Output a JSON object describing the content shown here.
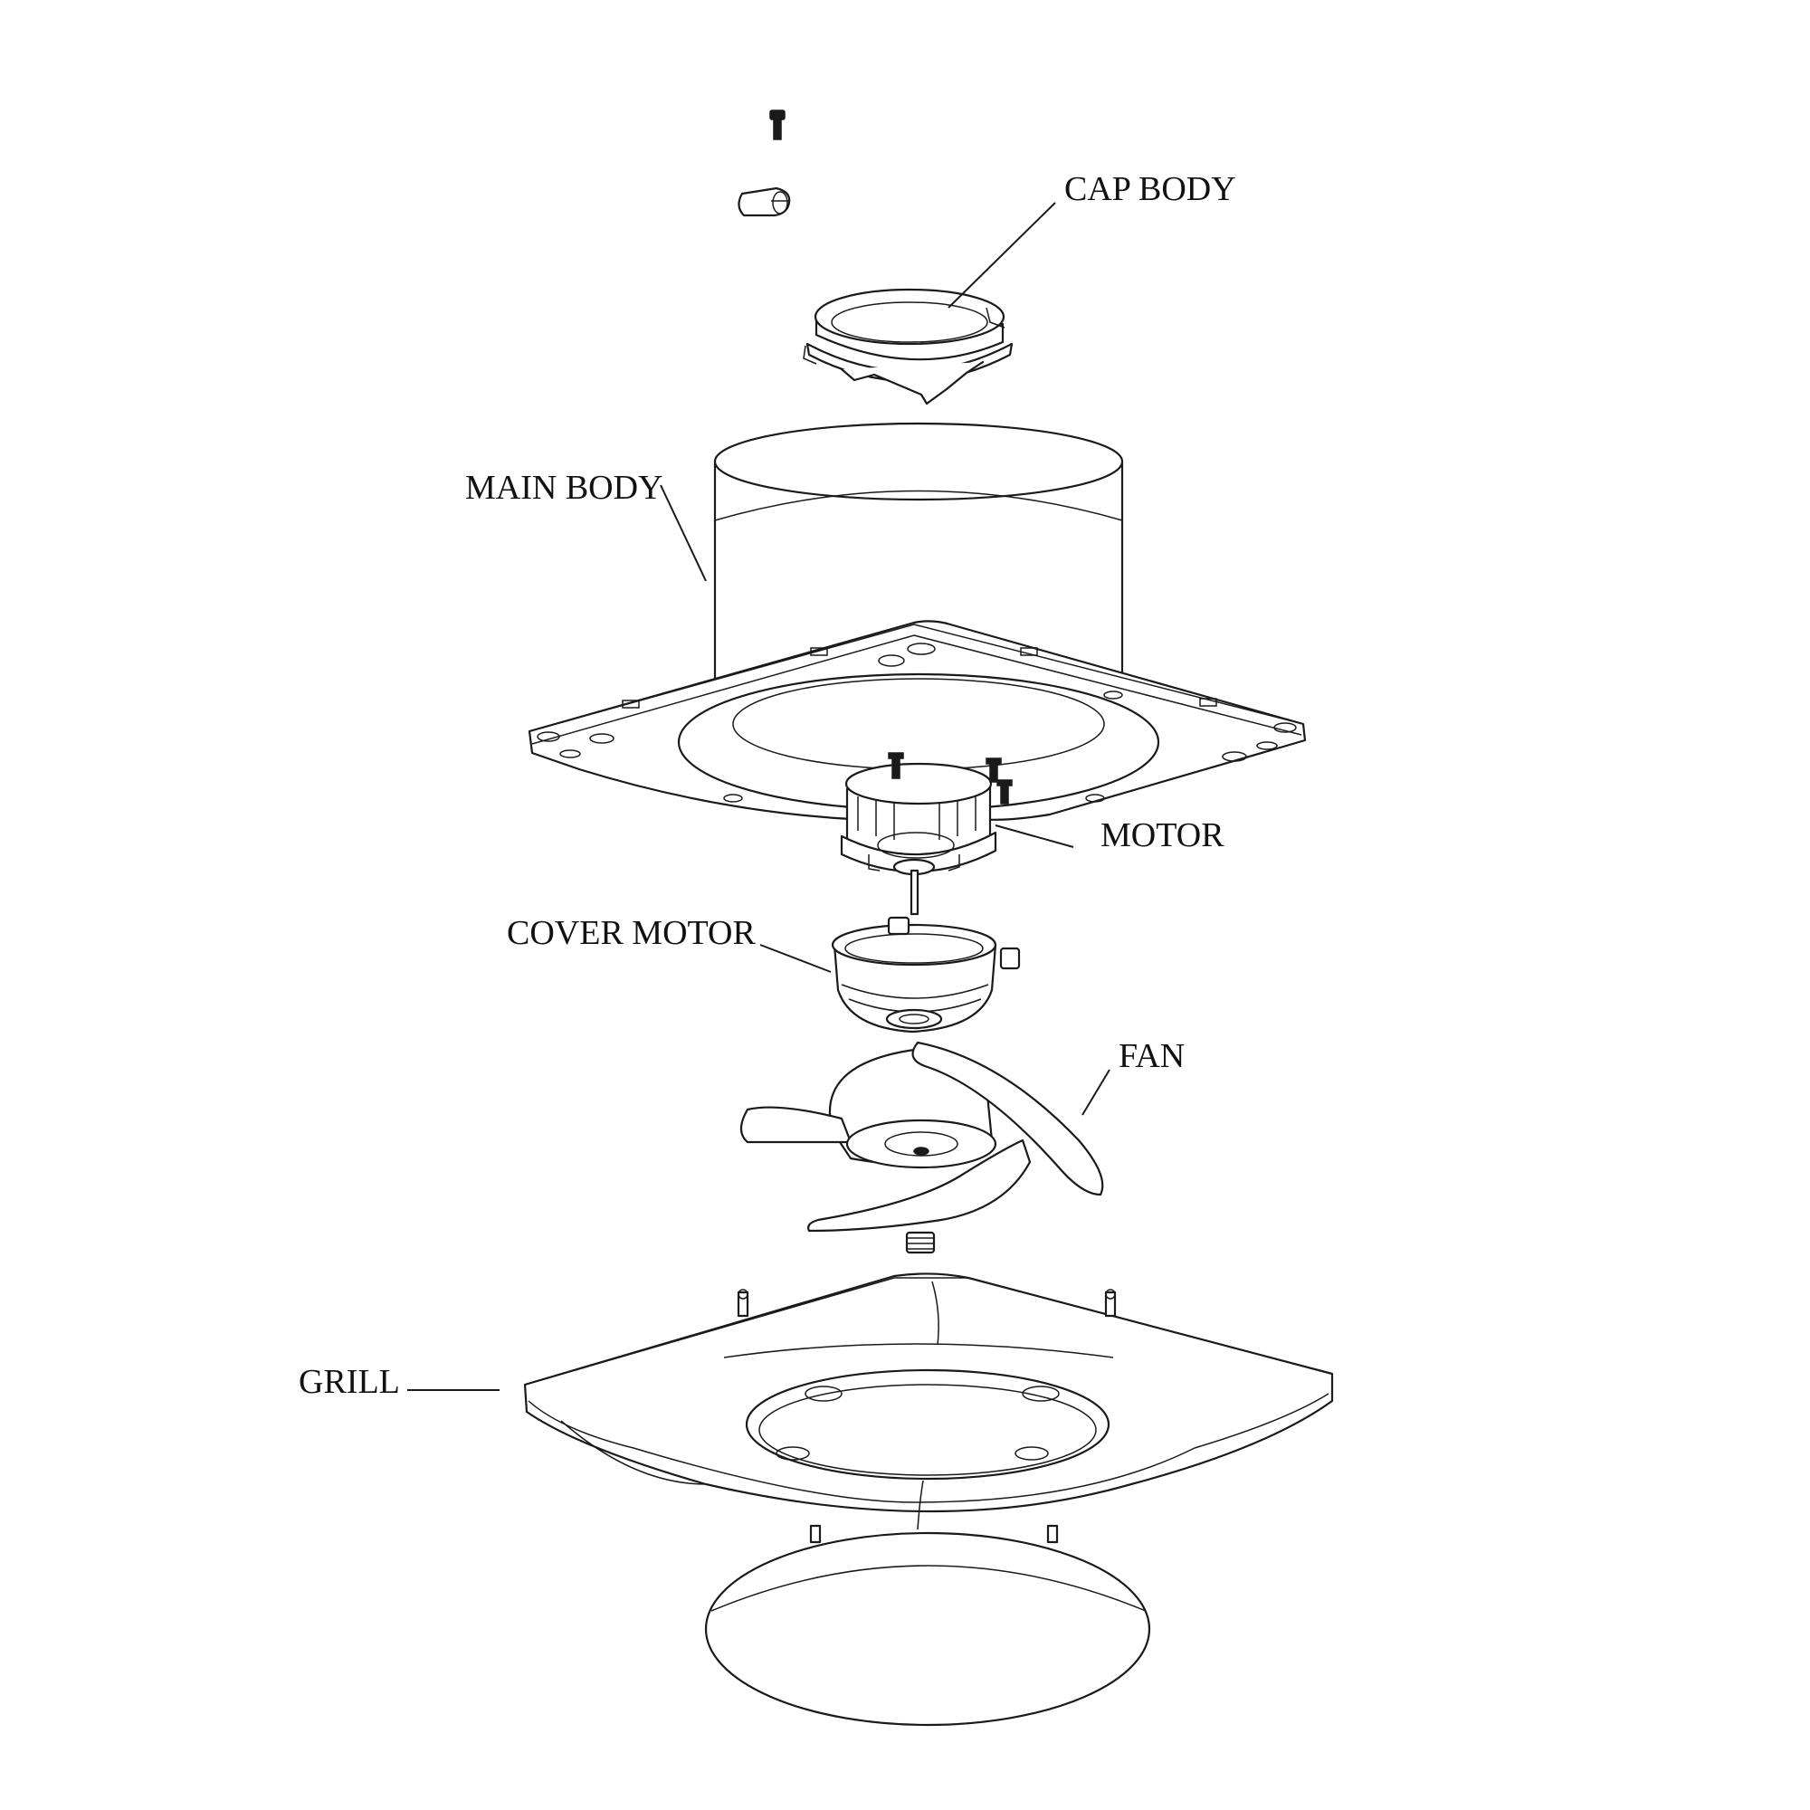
{
  "labels": {
    "cap_body": "CAP BODY",
    "main_body": "MAIN BODY",
    "motor": "MOTOR",
    "cover_motor": "COVER MOTOR",
    "fan": "FAN",
    "grill": "GRILL"
  }
}
